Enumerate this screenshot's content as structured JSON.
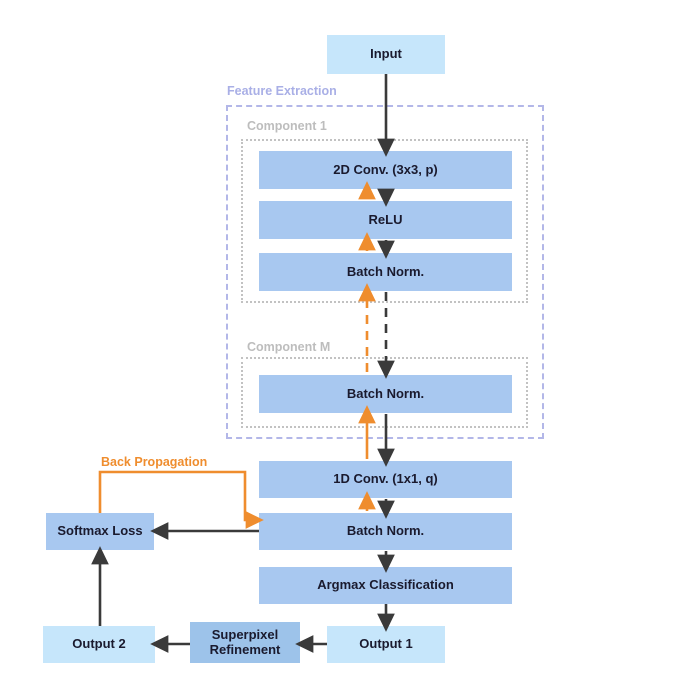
{
  "diagram": {
    "title": "CNN segmentation pipeline flowchart",
    "colors": {
      "blue_mid": "#a8c8f0",
      "blue_light": "#c6e6fb",
      "blue_deep": "#9dc3ea",
      "orange": "#ef8d2e",
      "arrow_black": "#3a3a3a",
      "group_purple": "#b3b7e8",
      "group_gray": "#c2c2c2",
      "background": "#ffffff"
    },
    "groups": [
      {
        "name": "feature-extraction",
        "label": "Feature Extraction",
        "style": "dashed"
      },
      {
        "name": "component-1",
        "label": "Component 1",
        "style": "dotted"
      },
      {
        "name": "component-m",
        "label": "Component M",
        "style": "dotted"
      }
    ],
    "nodes": [
      {
        "name": "input",
        "label": "Input",
        "fill": "blue_light"
      },
      {
        "name": "conv2d",
        "label": "2D Conv.  (3x3, p)",
        "fill": "blue_mid"
      },
      {
        "name": "relu",
        "label": "ReLU",
        "fill": "blue_mid"
      },
      {
        "name": "batchnorm1",
        "label": "Batch Norm.",
        "fill": "blue_mid"
      },
      {
        "name": "batchnorm-m",
        "label": "Batch Norm.",
        "fill": "blue_mid"
      },
      {
        "name": "conv1d",
        "label": "1D Conv. (1x1, q)",
        "fill": "blue_mid"
      },
      {
        "name": "batchnorm2",
        "label": "Batch Norm.",
        "fill": "blue_mid"
      },
      {
        "name": "argmax",
        "label": "Argmax Classification",
        "fill": "blue_mid"
      },
      {
        "name": "output1",
        "label": "Output 1",
        "fill": "blue_light"
      },
      {
        "name": "superpixel",
        "label": "Superpixel\nRefinement",
        "fill": "blue_deep"
      },
      {
        "name": "output2",
        "label": "Output 2",
        "fill": "blue_light"
      },
      {
        "name": "softmax",
        "label": "Softmax Loss",
        "fill": "blue_mid"
      }
    ],
    "annotations": [
      {
        "name": "back-propagation",
        "label": "Back Propagation",
        "color": "#ef8d2e"
      }
    ],
    "superpixel_line1": "Superpixel",
    "superpixel_line2": "Refinement"
  }
}
